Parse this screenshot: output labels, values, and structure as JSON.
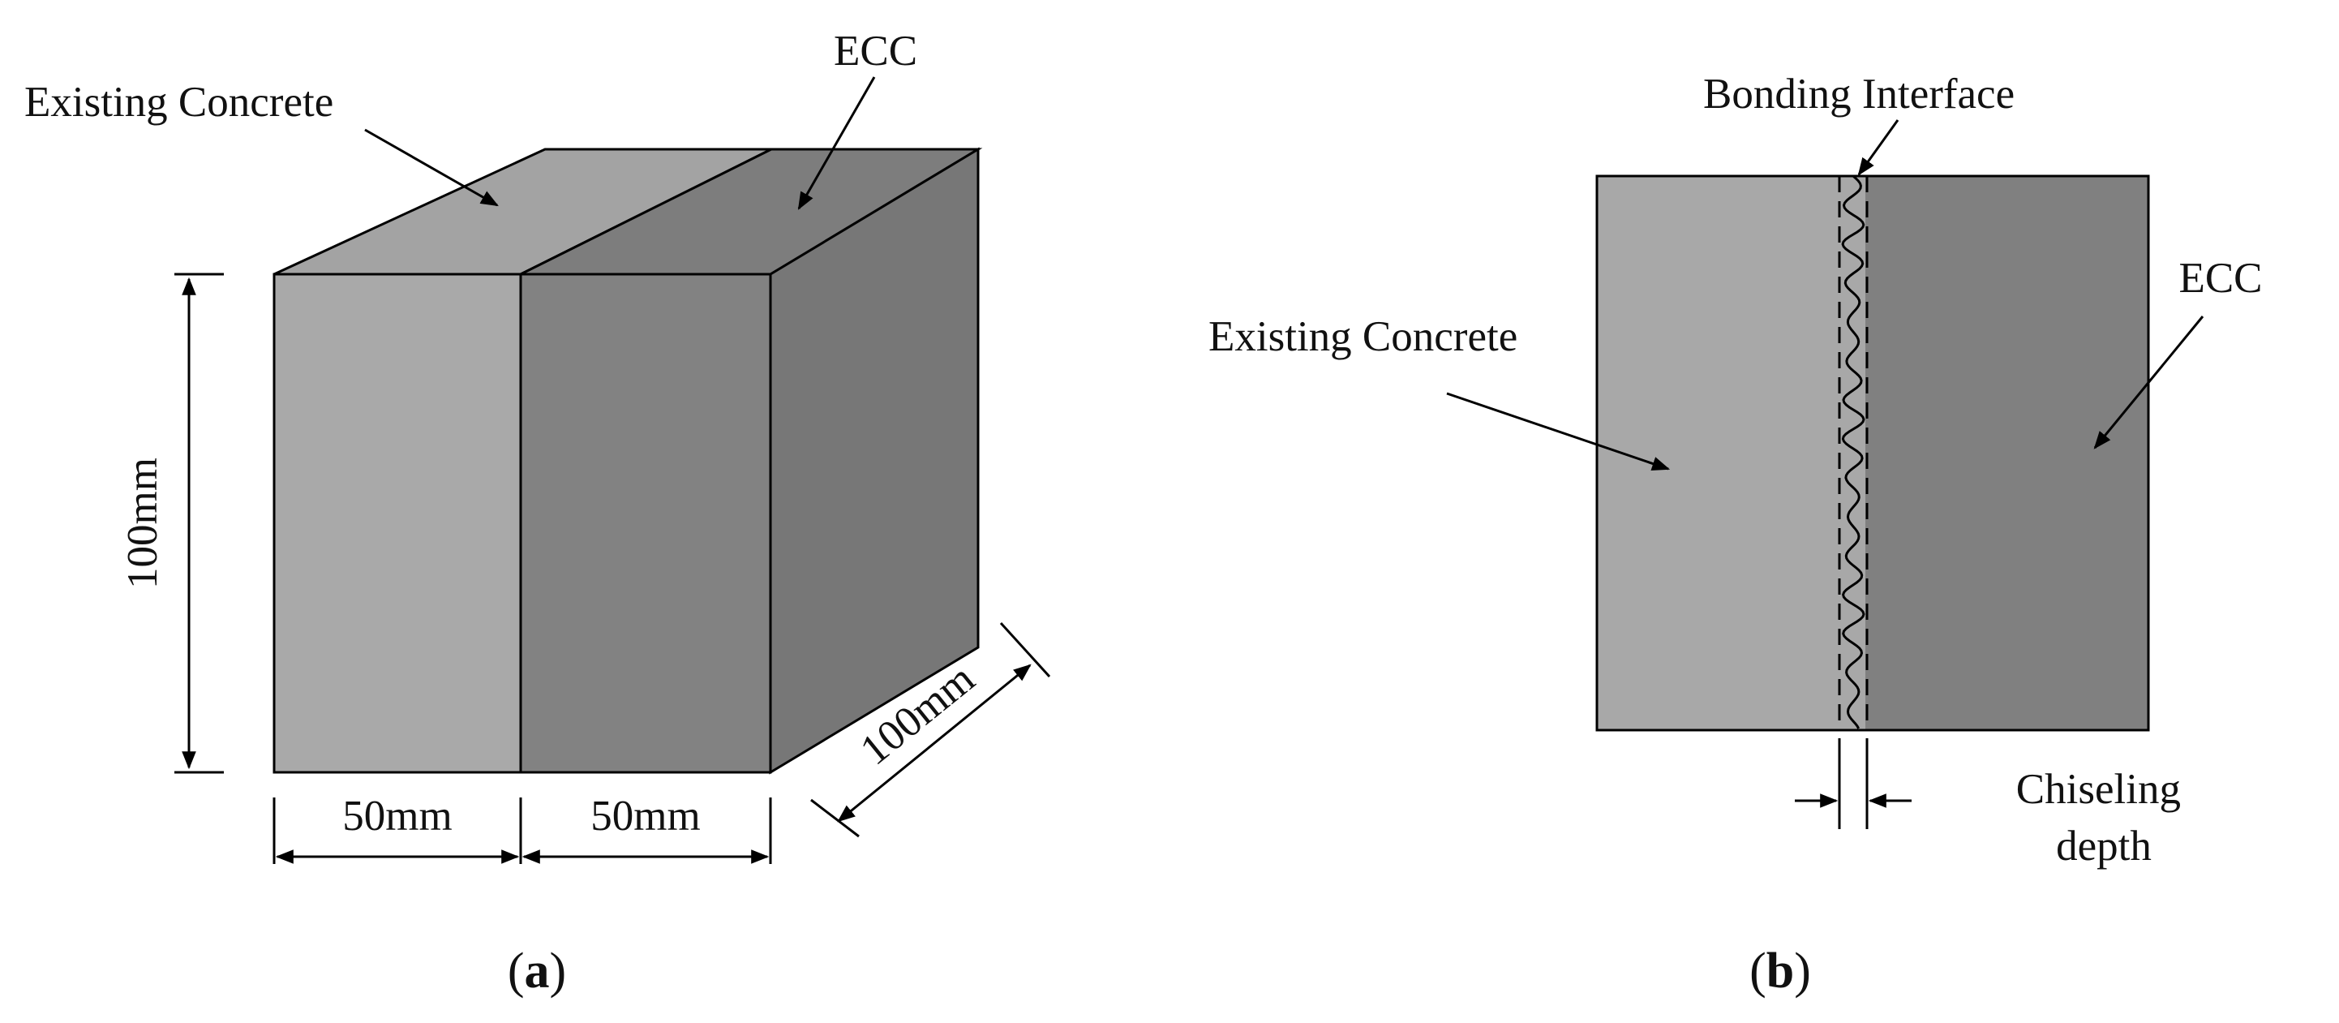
{
  "panel_a": {
    "label_existing": "Existing Concrete",
    "label_ecc": "ECC",
    "dim_height": "100mm",
    "dim_depth": "100mm",
    "dim_width_left": "50mm",
    "dim_width_right": "50mm",
    "caption_letter": "a"
  },
  "panel_b": {
    "label_interface": "Bonding Interface",
    "label_existing": "Existing Concrete",
    "label_ecc": "ECC",
    "label_chisel_1": "Chiseling",
    "label_chisel_2": "depth",
    "caption_letter": "b"
  },
  "colors": {
    "existing_front": "#a9a9a9",
    "existing_top": "#a3a3a3",
    "ecc_front": "#828282",
    "ecc_top": "#7d7d7d",
    "ecc_side": "#777777",
    "existing_2d": "#a8a8a8",
    "ecc_2d": "#808080"
  }
}
